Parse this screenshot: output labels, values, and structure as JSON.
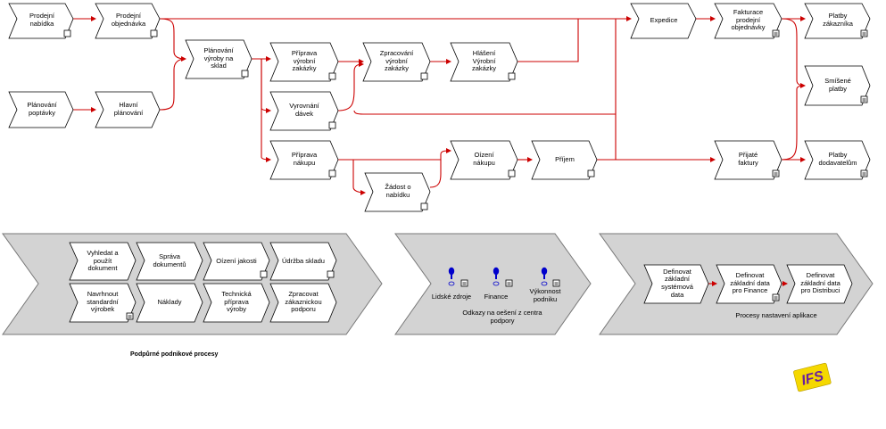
{
  "processes": {
    "prodejni_nabidka": "Prodejní\nnabídka",
    "prodejni_objednavka": "Prodejní\nobjednávka",
    "planovani_poptavky": "Plánování\npoptávky",
    "hlavni_planovani": "Hlavní\nplánování",
    "planovani_vyroby": "Plánování\nvýroby na\nsklad",
    "priprava_vyrobni": "Příprava\nvýrobní\nzakázky",
    "zpracovani_vyrobni": "Zpracování\nvýrobní\nzakázky",
    "hlaseni_vyrobni": "Hlášení\nVýrobní\nzakázky",
    "vyrovnani_davek": "Vyrovnání\ndávek",
    "priprava_nakupu": "Příprava\nnákupu",
    "zadost_o_nabidku": "Žádost o\nnabídku",
    "otizeni_nakupu": "Oízení\nnákupu",
    "prijem": "Příjem",
    "expedice": "Expedice",
    "fakturace_prodejni": "Fakturace\nprodejní\nobjednávky",
    "prijate_faktury": "Přijaté\nfaktury",
    "platby_zakaznika": "Platby\nzákazníka",
    "smisene_platby": "Smíšené\nplatby",
    "platby_dodavatelum": "Platby\ndodavatelům"
  },
  "support": {
    "vyhledat_pouzit": "Vyhledat a\npoužít\ndokument",
    "sprava_dokumentu": "Správa\ndokumentů",
    "oizeni_jakosti": "Oízení jakosti",
    "udrzba_skladu": "Údržba skladu",
    "navrhnout_standardni": "Navrhnout\nstandardní\nvýrobek",
    "naklady": "Náklady",
    "technicka_priprava": "Technická\npříprava\nvýroby",
    "zpracovat_podporu": "Zpracovat\nzákaznickou\npodporu",
    "label": "Podpůrné podnikové procesy"
  },
  "links": {
    "lidske_zdroje": "Lidské zdroje",
    "finance": "Finance",
    "vykonnost_podniku": "Výkonnost\npodniku",
    "caption": "Odkazy na oešení z centra\npodpory"
  },
  "setup": {
    "definovat_systemova": "Definovat\nzákladní\nsystémová\ndata",
    "definovat_finance": "Definovat\nzákladní data\npro Finance",
    "definovat_distribuci": "Definovat\nzákladní data\npro Distribuci",
    "caption": "Procesy nastavení aplikace"
  },
  "logo": {
    "text": "IFS",
    "color": "#f5d800",
    "text_color": "#6a1fa0"
  },
  "colors": {
    "connector": "#cc0000",
    "band": "#d3d3d3",
    "shape_border": "#000000",
    "link_icon": "#0000cc"
  }
}
